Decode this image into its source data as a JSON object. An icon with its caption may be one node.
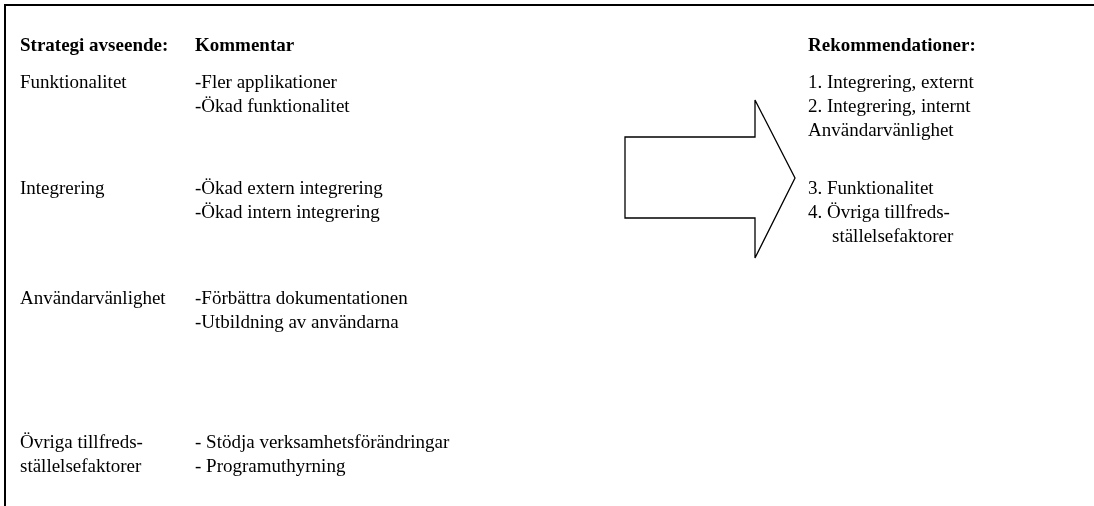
{
  "diagram": {
    "labels": [
      "Strategi avseende:",
      "Kommentar",
      "Rekommendationer:",
      "Funktionalitet",
      "-Fler applikationer",
      "-Ökad funktionalitet",
      "1. Integrering, externt",
      "2. Integrering, internt",
      "Användarvänlighet",
      "Integrering",
      "-Ökad extern integrering",
      "-Ökad intern integrering",
      "3. Funktionalitet",
      "4. Övriga tillfreds- ställelsefaktorer",
      "Användarvänlighet",
      "-Förbättra dokumentationen",
      "-Utbildning av användarna",
      "Övriga tillfreds- ställelsefaktorer",
      "- Stödja verksamhetsförändringar",
      "- Programuthyrning"
    ]
  }
}
